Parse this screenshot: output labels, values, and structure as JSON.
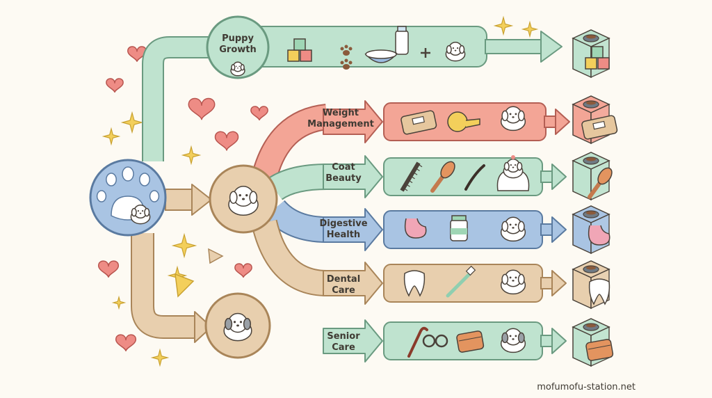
{
  "colors": {
    "green": "#bfe3cf",
    "green_stroke": "#6a9a80",
    "red": "#f3a596",
    "red_stroke": "#b45f54",
    "blue": "#a9c4e3",
    "blue_stroke": "#5a7aa0",
    "tan": "#e8cfae",
    "tan_stroke": "#a98559",
    "heart": "#ee8c85",
    "star": "#f3cf5b",
    "outline": "#4a423a"
  },
  "branches": [
    {
      "id": "puppy",
      "line1": "Puppy",
      "line2": "Growth",
      "color": "green",
      "icons": [
        "blocks-icon",
        "paw-icon",
        "bowl-icon",
        "milk-bottle-icon",
        "plus-icon",
        "puppy-icon"
      ],
      "end_icon": "blocks-icon"
    },
    {
      "id": "weight",
      "line1": "Weight",
      "line2": "Management",
      "color": "red",
      "icons": [
        "scale-icon",
        "tape-measure-icon",
        "dog-icon"
      ],
      "end_icon": "scale-icon"
    },
    {
      "id": "coat",
      "line1": "Coat",
      "line2": "Beauty",
      "color": "green",
      "icons": [
        "comb-icon",
        "brush-icon",
        "hair-strand-icon",
        "long-haired-dog-icon"
      ],
      "end_icon": "brush-icon"
    },
    {
      "id": "digestive",
      "line1": "Digestive",
      "line2": "Health",
      "color": "blue",
      "icons": [
        "stomach-icon",
        "supplement-jar-icon",
        "dog-icon"
      ],
      "end_icon": "stomach-icon"
    },
    {
      "id": "dental",
      "line1": "Dental",
      "line2": "Care",
      "color": "tan",
      "icons": [
        "tooth-icon",
        "toothbrush-icon",
        "dog-icon"
      ],
      "end_icon": "tooth-icon"
    },
    {
      "id": "senior",
      "line1": "Senior",
      "line2": "Care",
      "color": "green",
      "icons": [
        "cane-icon",
        "glasses-icon",
        "blanket-icon",
        "senior-dog-icon"
      ],
      "end_icon": "blanket-icon"
    }
  ],
  "watermark": "mofumofu-station.net"
}
